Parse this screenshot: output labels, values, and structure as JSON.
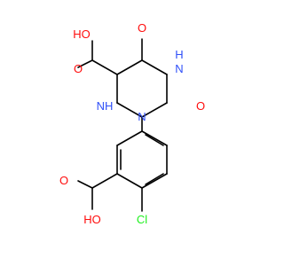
{
  "molecule": {
    "atom_labels": {
      "acid1_oh": "HO",
      "acid1_o": "O",
      "keto_o_upper": "O",
      "nh_right": "H",
      "nh_right_n": "N",
      "keto_o_right": "O",
      "nh_left": "NH",
      "n_ring": "N",
      "acid2_o": "O",
      "acid2_oh": "HO",
      "chlorine": "Cl"
    },
    "colors": {
      "oxygen": "#ff0d0d",
      "nitrogen": "#3050f8",
      "chlorine": "#1ff01f",
      "bond": "#000000"
    }
  }
}
